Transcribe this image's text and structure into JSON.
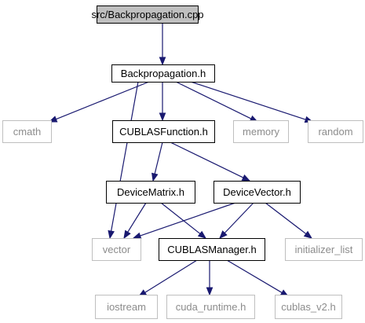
{
  "nodes": [
    {
      "id": "backprop_cpp",
      "label": "src/Backpropagation.cpp",
      "kind": "root"
    },
    {
      "id": "backprop_h",
      "label": "Backpropagation.h",
      "kind": "local"
    },
    {
      "id": "cmath",
      "label": "cmath",
      "kind": "system"
    },
    {
      "id": "cublasfunction_h",
      "label": "CUBLASFunction.h",
      "kind": "local"
    },
    {
      "id": "memory",
      "label": "memory",
      "kind": "system"
    },
    {
      "id": "random",
      "label": "random",
      "kind": "system"
    },
    {
      "id": "devicematrix_h",
      "label": "DeviceMatrix.h",
      "kind": "local"
    },
    {
      "id": "devicevector_h",
      "label": "DeviceVector.h",
      "kind": "local"
    },
    {
      "id": "vector",
      "label": "vector",
      "kind": "system"
    },
    {
      "id": "cublasmanager_h",
      "label": "CUBLASManager.h",
      "kind": "local"
    },
    {
      "id": "initializer_list",
      "label": "initializer_list",
      "kind": "system"
    },
    {
      "id": "iostream",
      "label": "iostream",
      "kind": "system"
    },
    {
      "id": "cuda_runtime_h",
      "label": "cuda_runtime.h",
      "kind": "system"
    },
    {
      "id": "cublas_v2_h",
      "label": "cublas_v2.h",
      "kind": "system"
    }
  ],
  "edges": [
    {
      "from": "backprop_cpp",
      "to": "backprop_h"
    },
    {
      "from": "backprop_h",
      "to": "cmath"
    },
    {
      "from": "backprop_h",
      "to": "cublasfunction_h"
    },
    {
      "from": "backprop_h",
      "to": "memory"
    },
    {
      "from": "backprop_h",
      "to": "random"
    },
    {
      "from": "backprop_h",
      "to": "vector"
    },
    {
      "from": "cublasfunction_h",
      "to": "devicematrix_h"
    },
    {
      "from": "cublasfunction_h",
      "to": "devicevector_h"
    },
    {
      "from": "devicematrix_h",
      "to": "vector"
    },
    {
      "from": "devicematrix_h",
      "to": "cublasmanager_h"
    },
    {
      "from": "devicevector_h",
      "to": "vector"
    },
    {
      "from": "devicevector_h",
      "to": "cublasmanager_h"
    },
    {
      "from": "devicevector_h",
      "to": "initializer_list"
    },
    {
      "from": "cublasmanager_h",
      "to": "iostream"
    },
    {
      "from": "cublasmanager_h",
      "to": "cuda_runtime_h"
    },
    {
      "from": "cublasmanager_h",
      "to": "cublas_v2_h"
    }
  ]
}
